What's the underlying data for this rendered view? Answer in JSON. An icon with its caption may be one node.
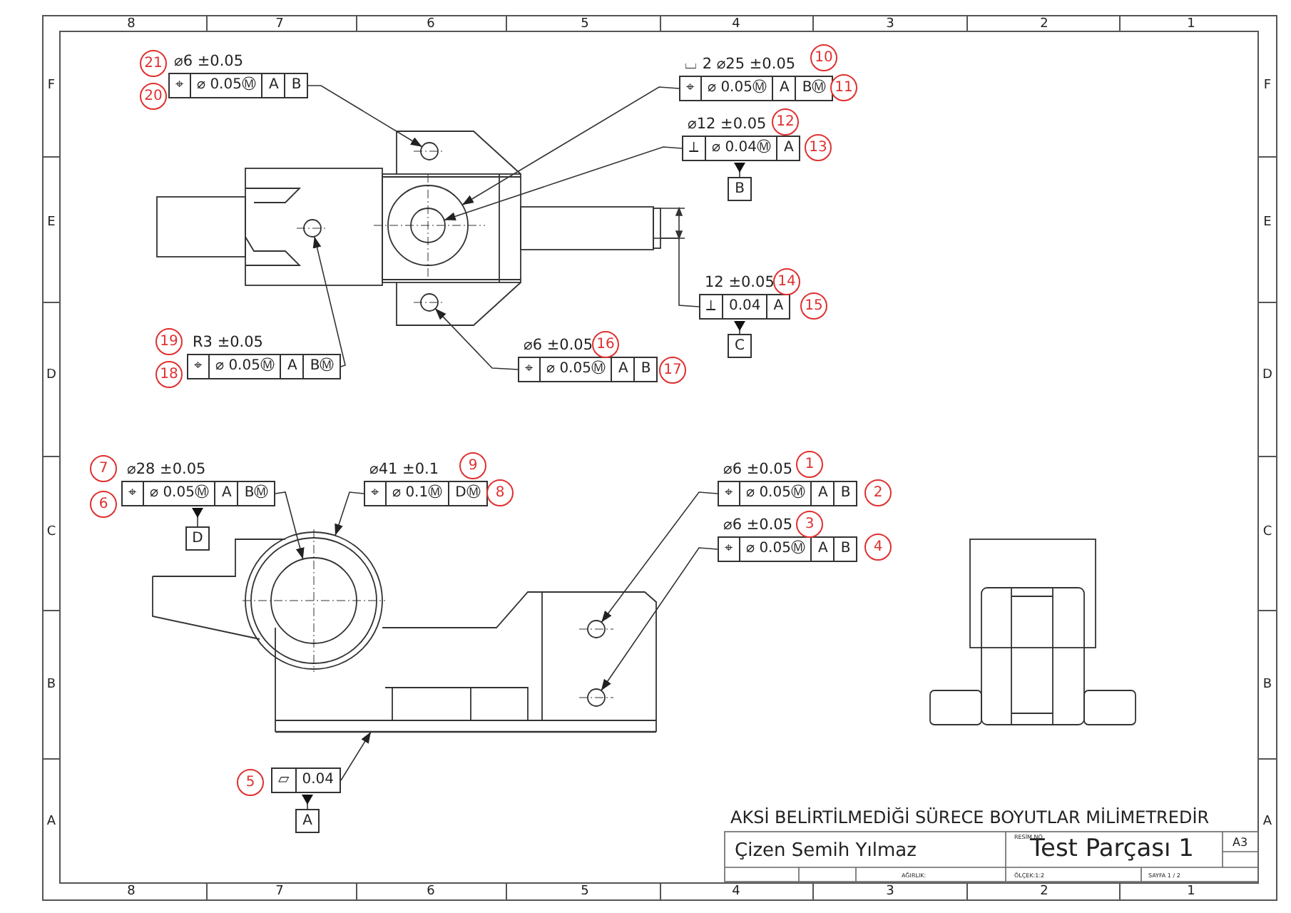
{
  "diagram": {
    "nodes": [
      {
        "text": [
          "⌖",
          "⌀ 0.05Ⓜ",
          "A",
          "B"
        ],
        "beside": [
          "⌀6 ±0.05"
        ]
      },
      {
        "text": [
          "⌖",
          "⌀ 0.05Ⓜ",
          "A",
          "BⓂ"
        ],
        "beside": [
          "⌴ 2 ⌀25 ±0.05"
        ]
      },
      {
        "text": [
          "⟂",
          "⌀ 0.04Ⓜ",
          "A"
        ],
        "beside": [
          "⌀12 ±0.05"
        ]
      },
      {
        "text": [
          "B"
        ]
      },
      {
        "text": [
          "⟂",
          "0.04",
          "A"
        ],
        "beside": [
          "12 ±0.05"
        ]
      },
      {
        "text": [
          "C"
        ]
      },
      {
        "text": [
          "⌖",
          "⌀ 0.05Ⓜ",
          "A",
          "B"
        ],
        "beside": [
          "⌀6 ±0.05"
        ]
      },
      {
        "text": [
          "⌖",
          "⌀ 0.05Ⓜ",
          "A",
          "BⓂ"
        ],
        "beside": [
          "R3 ±0.05"
        ]
      },
      {
        "text": [
          "⌖",
          "⌀ 0.05Ⓜ",
          "A",
          "BⓂ"
        ],
        "beside": [
          "⌀28 ±0.05"
        ]
      },
      {
        "text": [
          "⌖",
          "⌀ 0.1Ⓜ",
          "DⓂ"
        ],
        "beside": [
          "⌀41 ±0.1"
        ]
      },
      {
        "text": [
          "⌖",
          "⌀ 0.05Ⓜ",
          "A",
          "B"
        ],
        "beside": [
          "⌀6 ±0.05"
        ]
      },
      {
        "text": [
          "D"
        ]
      },
      {
        "text": [
          "⌖",
          "⌀ 0.05Ⓜ",
          "A",
          "B"
        ],
        "beside": [
          "⌀6 ±0.05"
        ]
      },
      {
        "text": [
          "▱",
          "0.04"
        ]
      },
      {
        "text": [
          "A"
        ]
      },
      {
        "text": [],
        "shape": "circle"
      },
      {
        "text": [],
        "shape": "circle"
      },
      {
        "text": [],
        "shape": "circle",
        "in": 16
      },
      {
        "text": [],
        "shape": "bar"
      },
      {
        "text": [],
        "shape": "circle"
      },
      {
        "text": [],
        "shape": "circle"
      },
      {
        "text": [],
        "shape": "circle"
      },
      {
        "text": [],
        "shape": "circle",
        "in": 21
      },
      {
        "text": [],
        "shape": "circle"
      },
      {
        "text": [],
        "shape": "circle"
      },
      {
        "text": [],
        "shape": "bar"
      }
    ],
    "edges": [
      {
        "from": 0,
        "to": 15,
        "arrow": "to"
      },
      {
        "from": 1,
        "to": 16,
        "arrow": "to"
      },
      {
        "from": 2,
        "to": 17,
        "arrow": "to"
      },
      {
        "from": 3,
        "to": 2,
        "arrow": "other"
      },
      {
        "from": 4,
        "to": 18,
        "arrow": "none"
      },
      {
        "from": 5,
        "to": 4,
        "arrow": "other"
      },
      {
        "from": 6,
        "to": 20,
        "arrow": "to"
      },
      {
        "from": 7,
        "to": 19,
        "arrow": "to"
      },
      {
        "from": 8,
        "to": 22,
        "arrow": "to"
      },
      {
        "from": 11,
        "to": 8,
        "arrow": "other"
      },
      {
        "from": 9,
        "to": 21,
        "arrow": "to"
      },
      {
        "from": 10,
        "to": 23,
        "arrow": "to"
      },
      {
        "from": 12,
        "to": 24,
        "arrow": "to"
      },
      {
        "from": 13,
        "to": 25,
        "arrow": "to"
      },
      {
        "from": 14,
        "to": 13,
        "arrow": "other"
      }
    ],
    "labels": [
      "8",
      "7",
      "6",
      "5",
      "4",
      "3",
      "2",
      "1",
      "21",
      "10",
      "F",
      "F",
      "20",
      "11",
      "12",
      "13",
      "E",
      "E",
      "14",
      "15",
      "19",
      "16",
      "D",
      "18",
      "17",
      "D",
      "7",
      "9",
      "1",
      "6",
      "8",
      "2",
      "C",
      "3",
      "C",
      "4",
      "B",
      "B",
      "5",
      "AKSİ BELİRTİLMEDİĞİ SÜRECE BOYUTLAR MİLİMETREDİR",
      "RESİM NO.",
      "Çizen Semih Yılmaz",
      "Test Parçası 1",
      "A3",
      "AĞIRLIK:",
      "ÖLÇEK:1:2",
      "SAYFA 1 / 2",
      "A",
      "A",
      "8",
      "7",
      "6",
      "5",
      "4",
      "3",
      "2",
      "1"
    ]
  }
}
